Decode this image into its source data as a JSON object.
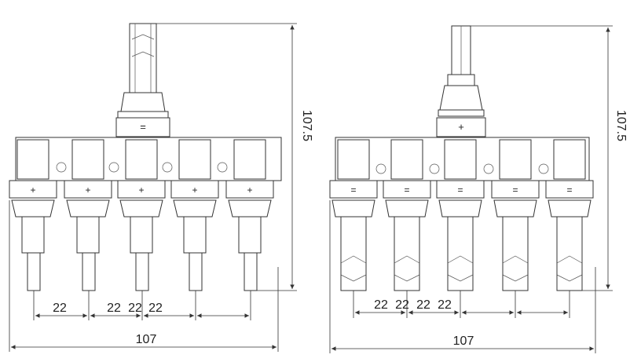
{
  "left_view": {
    "height_dim": "107.5",
    "width_dim": "107",
    "pitch_dims": [
      "22",
      "22",
      "22",
      "22"
    ],
    "port_symbol": "+",
    "input_symbol": "="
  },
  "right_view": {
    "height_dim": "107.5",
    "width_dim": "107",
    "pitch_dims": [
      "22",
      "22",
      "22",
      "22"
    ],
    "port_symbol": "=",
    "input_symbol": "+"
  }
}
